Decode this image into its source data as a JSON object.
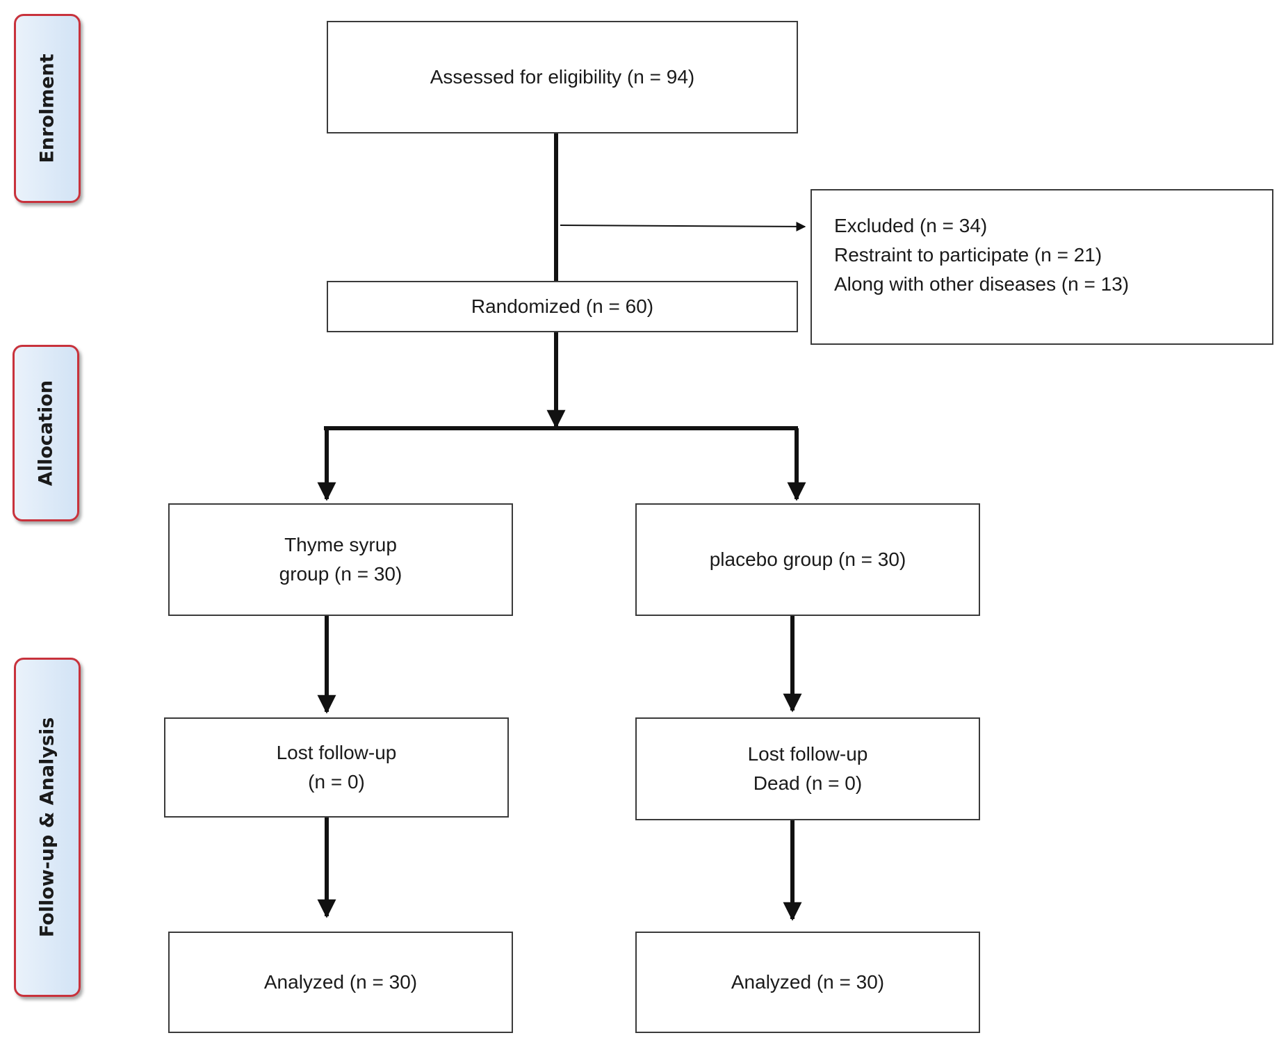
{
  "phases": {
    "enrolment": "Enrolment",
    "allocation": "Allocation",
    "follow_up": "Follow-up & Analysis"
  },
  "boxes": {
    "assessed": {
      "lines": [
        "Assessed for eligibility (n = 94)"
      ]
    },
    "excluded": {
      "lines": [
        "Excluded (n = 34)",
        "Restraint to participate (n = 21)",
        "Along with other diseases (n = 13)"
      ]
    },
    "randomized": {
      "lines": [
        "Randomized (n = 60)"
      ]
    },
    "thyme_group": {
      "lines": [
        "Thyme syrup",
        "group (n = 30)"
      ]
    },
    "placebo_group": {
      "lines": [
        "placebo group (n = 30)"
      ]
    },
    "thyme_lost": {
      "lines": [
        "Lost follow-up",
        "(n = 0)"
      ]
    },
    "placebo_lost": {
      "lines": [
        "Lost follow-up",
        "Dead (n = 0)"
      ]
    },
    "thyme_analyzed": {
      "lines": [
        "Analyzed (n = 30)"
      ]
    },
    "placebo_analyzed": {
      "lines": [
        "Analyzed (n = 30)"
      ]
    }
  },
  "colors": {
    "stage_border": "#c8323c",
    "stage_fill": "#d2e3f5",
    "line": "#111111"
  }
}
